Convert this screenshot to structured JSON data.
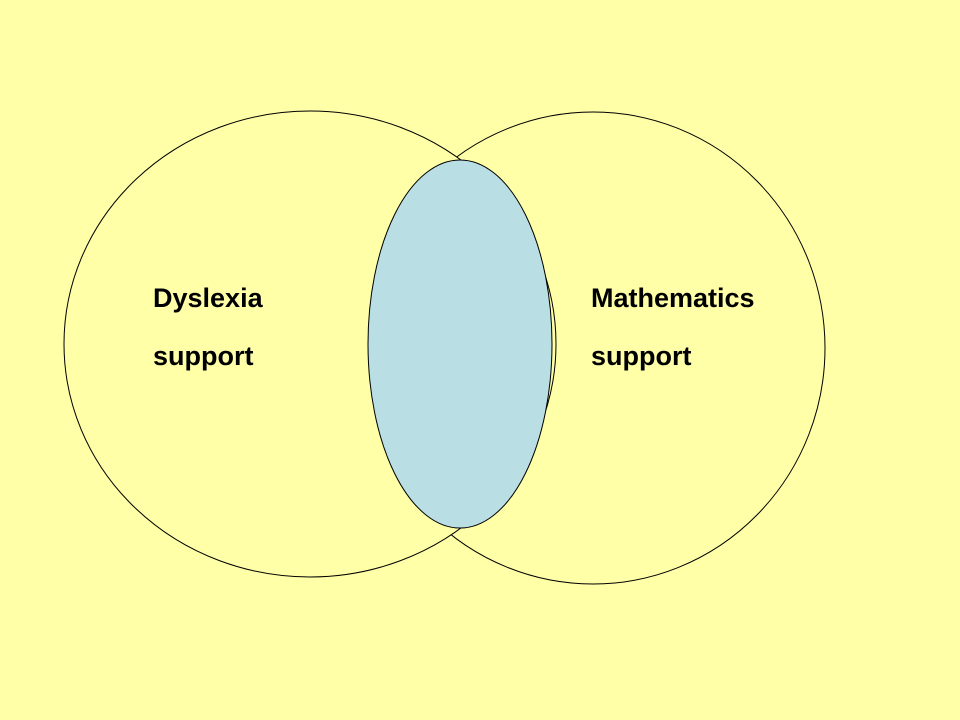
{
  "colors": {
    "background": "#ffffa8",
    "circle_fill": "#ffffa8",
    "circle_stroke": "#000000",
    "overlap_fill": "#b9dfe4"
  },
  "left_set": {
    "line1": "Dyslexia",
    "line2": "support"
  },
  "right_set": {
    "line1": "Mathematics",
    "line2": "support"
  }
}
